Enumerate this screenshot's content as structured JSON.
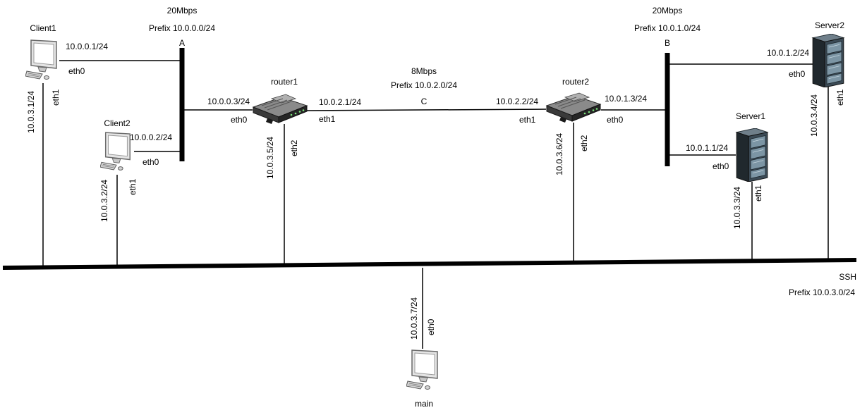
{
  "networks": {
    "A": {
      "label": "A",
      "bandwidth": "20Mbps",
      "prefix": "Prefix 10.0.0.0/24"
    },
    "B": {
      "label": "B",
      "bandwidth": "20Mbps",
      "prefix": "Prefix 10.0.1.0/24"
    },
    "C": {
      "label": "C",
      "bandwidth": "8Mbps",
      "prefix": "Prefix 10.0.2.0/24"
    },
    "ssh": {
      "label": "SSH",
      "prefix": "Prefix 10.0.3.0/24"
    }
  },
  "nodes": {
    "client1": {
      "name": "Client1",
      "icon": "desktop-computer-icon",
      "eth0_ip": "10.0.0.1/24",
      "eth0": "eth0",
      "eth1_ip": "10.0.3.1/24",
      "eth1": "eth1"
    },
    "client2": {
      "name": "Client2",
      "icon": "desktop-computer-icon",
      "eth0_ip": "10.0.0.2/24",
      "eth0": "eth0",
      "eth1_ip": "10.0.3.2/24",
      "eth1": "eth1"
    },
    "router1": {
      "name": "router1",
      "icon": "router-icon",
      "eth0_ip": "10.0.0.3/24",
      "eth0": "eth0",
      "eth1_ip": "10.0.2.1/24",
      "eth1": "eth1",
      "eth2_ip": "10.0.3.5/24",
      "eth2": "eth2"
    },
    "router2": {
      "name": "router2",
      "icon": "router-icon",
      "eth0_ip": "10.0.1.3/24",
      "eth0": "eth0",
      "eth1_ip": "10.0.2.2/24",
      "eth1": "eth1",
      "eth2_ip": "10.0.3.6/24",
      "eth2": "eth2"
    },
    "server1": {
      "name": "Server1",
      "icon": "server-rack-icon",
      "eth0_ip": "10.0.1.1/24",
      "eth0": "eth0",
      "eth1_ip": "10.0.3.3/24",
      "eth1": "eth1"
    },
    "server2": {
      "name": "Server2",
      "icon": "server-rack-icon",
      "eth0_ip": "10.0.1.2/24",
      "eth0": "eth0",
      "eth1_ip": "10.0.3.4/24",
      "eth1": "eth1"
    },
    "main": {
      "name": "main",
      "icon": "desktop-computer-icon",
      "eth0_ip": "10.0.3.7/24",
      "eth0": "eth0"
    }
  }
}
